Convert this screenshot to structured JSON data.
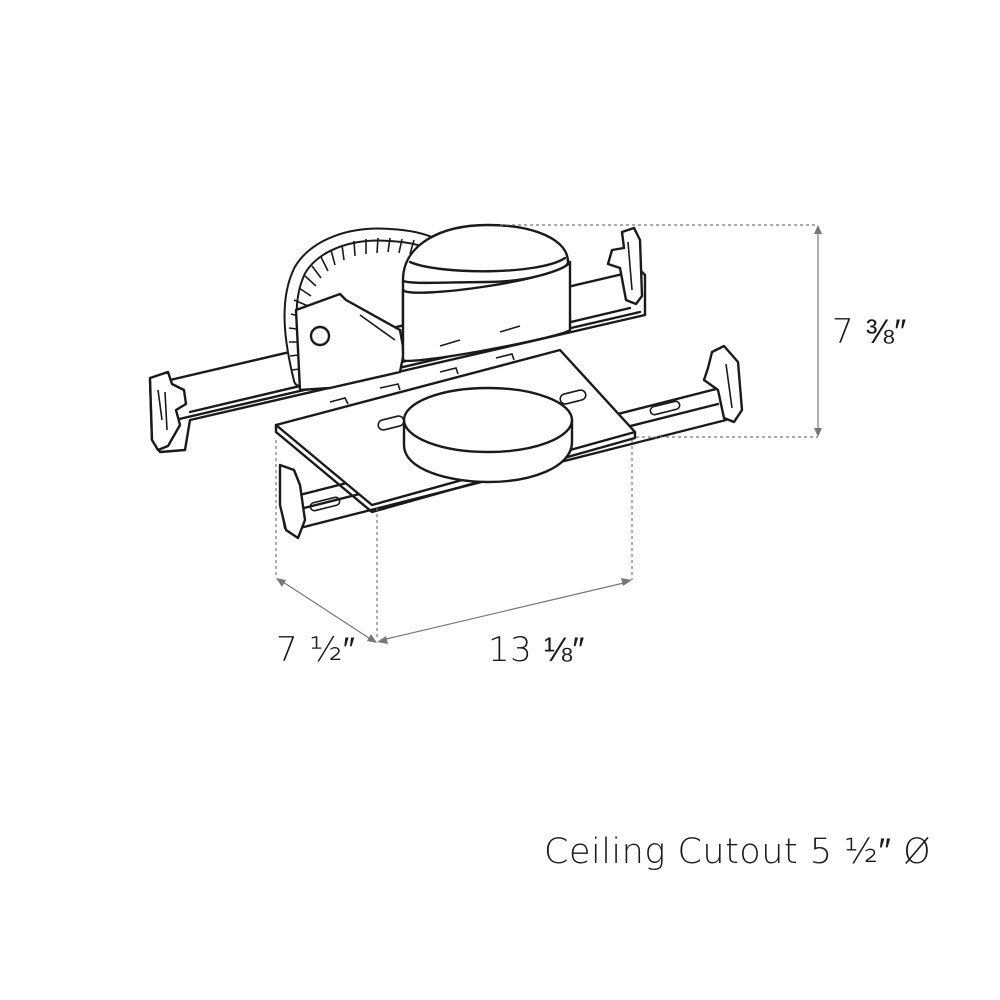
{
  "dimensions": {
    "height": "7 ⅜″",
    "depth": "7 ½″",
    "width": "13 ⅛″"
  },
  "caption": "Ceiling Cutout 5 ½″ Ø"
}
